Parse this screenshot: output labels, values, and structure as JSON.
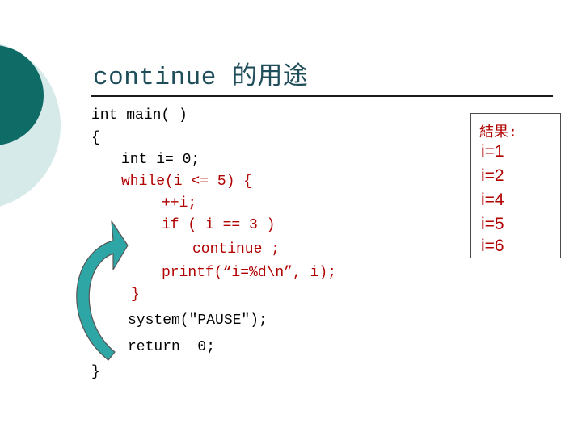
{
  "slide": {
    "title": "continue 的用途",
    "code": {
      "l1": "int main( )",
      "l2": "{",
      "l3": "int i= 0;",
      "l4": "while(i <= 5) {",
      "l5": "++i;",
      "l6": "if ( i == 3 )",
      "l7": "continue ;",
      "l8": "printf(“i=%d\\n”, i);",
      "l9": "}",
      "l10": "system(\"PAUSE\");",
      "l11": "return  0;",
      "l12": "}"
    },
    "result": {
      "label": "結果:",
      "lines": [
        "i=1",
        "i=2",
        "i=4",
        "i=5",
        "i=6"
      ]
    }
  },
  "colors": {
    "teal_dark": "#0e6b66",
    "teal_light": "#cfe6e6",
    "arrow_teal": "#2fa6a6",
    "keyword_red": "#b00000",
    "title_color": "#1f4e5a"
  },
  "icons": {
    "loop_arrow": "curved-loop-arrow-icon"
  }
}
